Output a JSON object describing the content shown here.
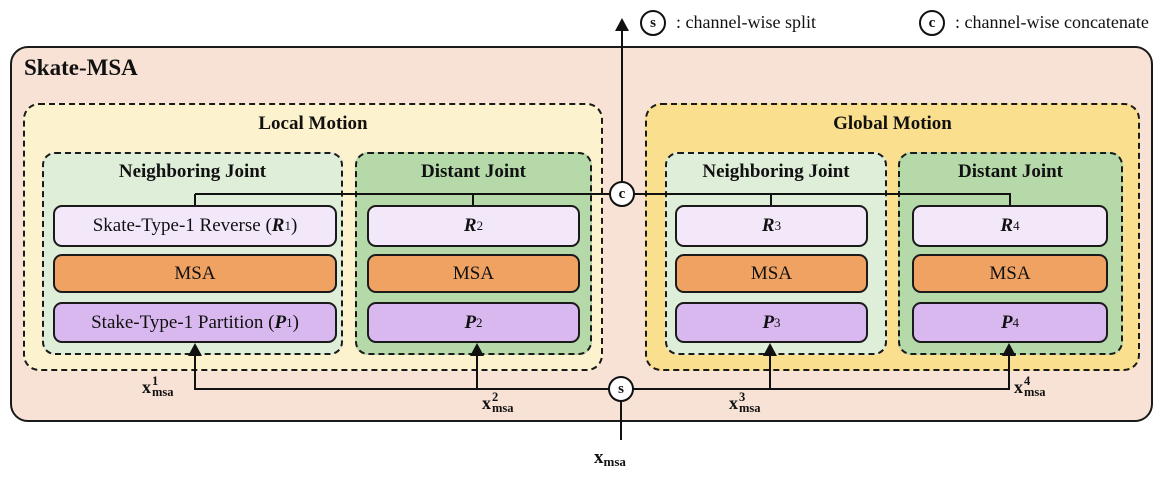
{
  "title": "Skate-MSA",
  "legend": {
    "split": {
      "symbol": "s",
      "label": ": channel-wise split"
    },
    "concat": {
      "symbol": "c",
      "label": ": channel-wise concatenate"
    }
  },
  "nodes": {
    "split_symbol": "s",
    "concat_symbol": "c"
  },
  "groups": [
    {
      "label": "Local Motion",
      "subgroups": [
        {
          "label": "Neighboring Joint",
          "rows": {
            "reverse": {
              "prefix": "Skate-Type-1 Reverse (",
              "symbol": "R",
              "sub": "1",
              "suffix": ")"
            },
            "msa": "MSA",
            "partition": {
              "prefix": "Stake-Type-1 Partition (",
              "symbol": "P",
              "sub": "1",
              "suffix": ")"
            }
          },
          "input": {
            "base": "x",
            "sup": "1",
            "sub": "msa"
          }
        },
        {
          "label": "Distant Joint",
          "rows": {
            "reverse": {
              "prefix": "",
              "symbol": "R",
              "sub": "2",
              "suffix": ""
            },
            "msa": "MSA",
            "partition": {
              "prefix": "",
              "symbol": "P",
              "sub": "2",
              "suffix": ""
            }
          },
          "input": {
            "base": "x",
            "sup": "2",
            "sub": "msa"
          }
        }
      ]
    },
    {
      "label": "Global Motion",
      "subgroups": [
        {
          "label": "Neighboring Joint",
          "rows": {
            "reverse": {
              "prefix": "",
              "symbol": "R",
              "sub": "3",
              "suffix": ""
            },
            "msa": "MSA",
            "partition": {
              "prefix": "",
              "symbol": "P",
              "sub": "3",
              "suffix": ""
            }
          },
          "input": {
            "base": "x",
            "sup": "3",
            "sub": "msa"
          }
        },
        {
          "label": "Distant Joint",
          "rows": {
            "reverse": {
              "prefix": "",
              "symbol": "R",
              "sub": "4",
              "suffix": ""
            },
            "msa": "MSA",
            "partition": {
              "prefix": "",
              "symbol": "P",
              "sub": "4",
              "suffix": ""
            }
          },
          "input": {
            "base": "x",
            "sup": "4",
            "sub": "msa"
          }
        }
      ]
    }
  ],
  "input": {
    "base": "x",
    "sub": "msa"
  },
  "colors": {
    "outer_bg": "#F8E2D6",
    "local_bg": "#FDF2CE",
    "global_bg": "#FAE08E",
    "neighboring_bg": "#DFEED8",
    "distant_bg": "#B5D9A8",
    "reverse_bg": "#F3E7FA",
    "msa_bg": "#F0A263",
    "partition_bg": "#D8B8EF",
    "line": "#111111"
  }
}
